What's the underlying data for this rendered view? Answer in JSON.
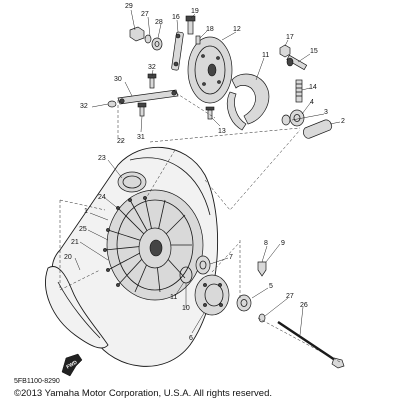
{
  "diagram": {
    "part_labels": [
      "1",
      "2",
      "3",
      "4",
      "5",
      "6",
      "7",
      "8",
      "9",
      "10",
      "11",
      "12",
      "13",
      "14",
      "15",
      "16",
      "17",
      "18",
      "19",
      "20",
      "21",
      "22",
      "23",
      "24",
      "25",
      "26",
      "27",
      "28",
      "29",
      "30",
      "31",
      "32"
    ],
    "part_code": "5FB1100-8290",
    "copyright": "©2013 Yamaha Motor Corporation, U.S.A. All rights reserved.",
    "fwd_badge": "FWD"
  }
}
